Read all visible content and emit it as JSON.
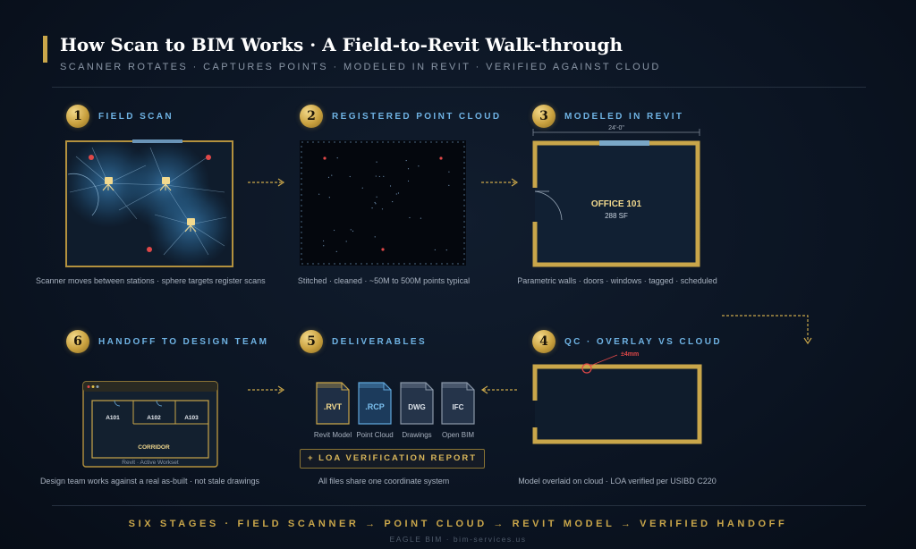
{
  "header": {
    "title": "How Scan to BIM Works · A Field-to-Revit Walk-through",
    "subtitle": "SCANNER ROTATES · CAPTURES POINTS · MODELED IN REVIT · VERIFIED AGAINST CLOUD"
  },
  "steps": [
    {
      "number": "1",
      "label": "FIELD SCAN",
      "caption": "Scanner moves between stations · sphere targets register scans"
    },
    {
      "number": "2",
      "label": "REGISTERED POINT CLOUD",
      "caption": "Stitched · cleaned · ~50M to 500M points typical"
    },
    {
      "number": "3",
      "label": "MODELED IN REVIT",
      "caption": "Parametric walls · doors · windows · tagged · scheduled",
      "dimension": "24'-0\"",
      "room_name": "OFFICE 101",
      "room_area": "288 SF"
    },
    {
      "number": "4",
      "label": "QC · OVERLAY VS CLOUD",
      "caption": "Model overlaid on cloud · LOA verified per USIBD C220",
      "deviation": "±4mm"
    },
    {
      "number": "5",
      "label": "DELIVERABLES",
      "caption": "All files share one coordinate system",
      "files": [
        {
          "ext": ".RVT",
          "name": "Revit Model"
        },
        {
          "ext": ".RCP",
          "name": "Point Cloud"
        },
        {
          "ext": "DWG",
          "name": "Drawings"
        },
        {
          "ext": "IFC",
          "name": "Open BIM"
        }
      ],
      "report_button": "+ LOA VERIFICATION REPORT"
    },
    {
      "number": "6",
      "label": "HANDOFF TO DESIGN TEAM",
      "caption": "Design team works against a real as-built · not stale drawings",
      "rooms": [
        "A101",
        "A102",
        "A103"
      ],
      "corridor": "CORRIDOR",
      "status": "Revit · Active Workset"
    }
  ],
  "footer": {
    "summary": "SIX STAGES · FIELD SCANNER → POINT CLOUD → REVIT MODEL → VERIFIED HANDOFF",
    "credit": "EAGLE BIM · bim-services.us"
  },
  "colors": {
    "gold": "#c9a64a",
    "blue_label": "#6fb3e4",
    "target_red": "#e04848",
    "background": "#0b1422"
  }
}
